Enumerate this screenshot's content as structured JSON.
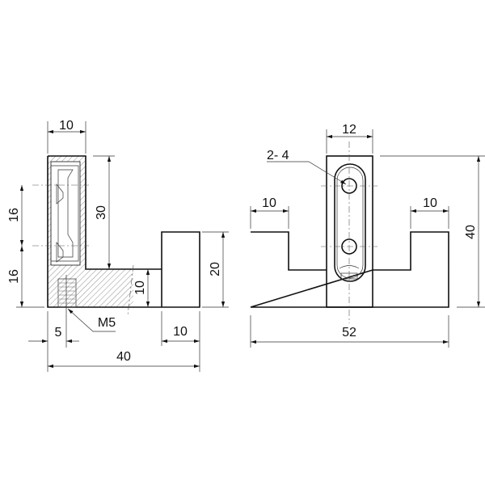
{
  "side_view": {
    "dims": {
      "top_width": "10",
      "height_30": "30",
      "pitch_upper": "16",
      "pitch_lower": "16",
      "block_height": "20",
      "base_height": "10",
      "offset": "5",
      "block_width": "10",
      "total_length": "40"
    },
    "thread_label": "M5"
  },
  "front_view": {
    "dims": {
      "center_width": "12",
      "left_step": "10",
      "right_step": "10",
      "height": "40",
      "total_width": "52"
    },
    "hole_label": "2- 4"
  }
}
